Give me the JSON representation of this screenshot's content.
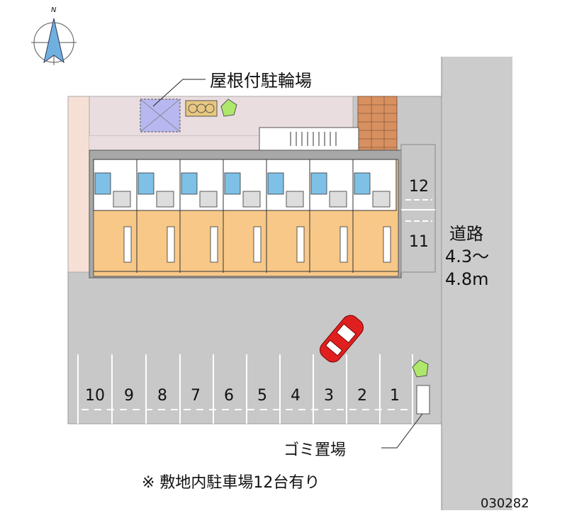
{
  "compass": {
    "north_label": "N"
  },
  "labels": {
    "bicycle_parking": "屋根付駐輪場",
    "road_name": "道路",
    "road_width_line1": "4.3～",
    "road_width_line2": "4.8m",
    "garbage": "ゴミ置場",
    "note": "※ 敷地内駐車場12台有り",
    "property_code": "030282"
  },
  "parking": {
    "bottom_row": [
      "10",
      "9",
      "8",
      "7",
      "6",
      "5",
      "4",
      "3",
      "2",
      "1"
    ],
    "side_top": "12",
    "side_bottom": "11"
  },
  "colors": {
    "lot": "#c8c8c8",
    "building_wall": "#9a9a9a",
    "room_floor": "#f8c888",
    "bath_blue": "#7ec0e6",
    "car": "#e02020",
    "tree": "#aee86a",
    "bike_roof": "#b8b8f0"
  }
}
